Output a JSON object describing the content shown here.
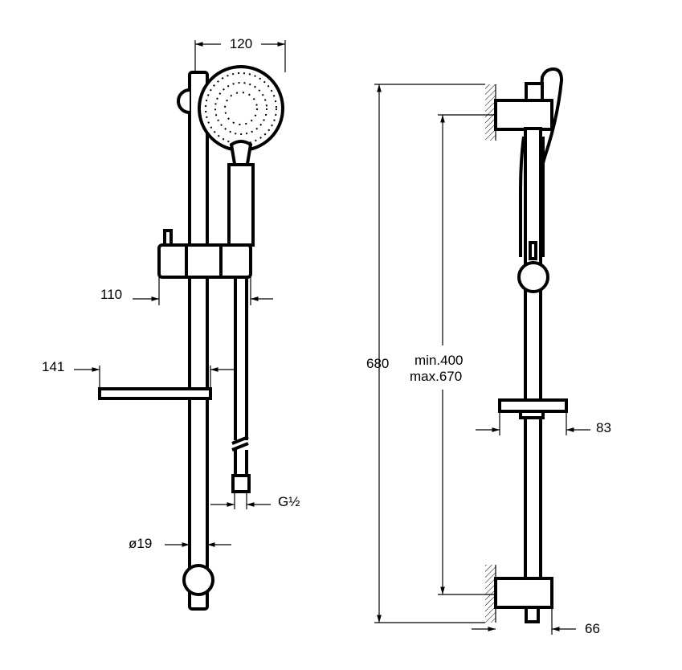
{
  "title": "Shower rail set dimension drawing",
  "dimensions": {
    "head_width": "120",
    "slider_offset": "110",
    "soap_dish_offset": "141",
    "hose_thread": "G½",
    "rail_diameter": "ø19",
    "total_height": "680",
    "bracket_distance_min": "min.400",
    "bracket_distance_max": "max.670",
    "soap_dish_depth": "83",
    "bracket_depth": "66"
  },
  "colors": {
    "line": "#000000",
    "background": "#ffffff"
  }
}
